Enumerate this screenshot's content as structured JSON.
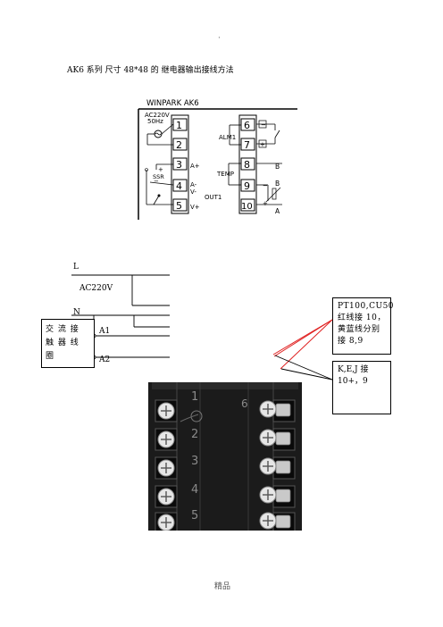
{
  "header_mark": "·",
  "title": "AK6 系列 尺寸 48*48 的 继电器输出接线方法",
  "wiring": {
    "brand": "WINPARK AK6",
    "power_line1": "AC220V",
    "power_line2": "50Hz",
    "alarm": "ALM1",
    "ssr": "SSR",
    "out": "OUT1",
    "temp": "TEMP",
    "a_plus": "A+",
    "a_minus": "A-",
    "v_minus": "V-",
    "v_plus": "V+",
    "b1": "B",
    "b2": "B",
    "a": "A",
    "terminals_left": [
      "1",
      "2",
      "3",
      "4",
      "5"
    ],
    "terminals_right": [
      "6",
      "7",
      "8",
      "9",
      "10"
    ]
  },
  "circuit": {
    "l_label": "L",
    "voltage": "AC220V",
    "n_label": "N",
    "coil_label": "交 流 接 触 器 线 圈",
    "a1": "A1",
    "a2": "A2"
  },
  "notes": {
    "rtd": "PT100,CU50 红线接 10，黄蓝线分别接 8,9",
    "thermocouple": "K,E,J 接 10+，9"
  },
  "photo": {
    "left_numbers": [
      "1",
      "2",
      "3",
      "4",
      "5"
    ],
    "right_number": "6"
  },
  "footer": "精品"
}
